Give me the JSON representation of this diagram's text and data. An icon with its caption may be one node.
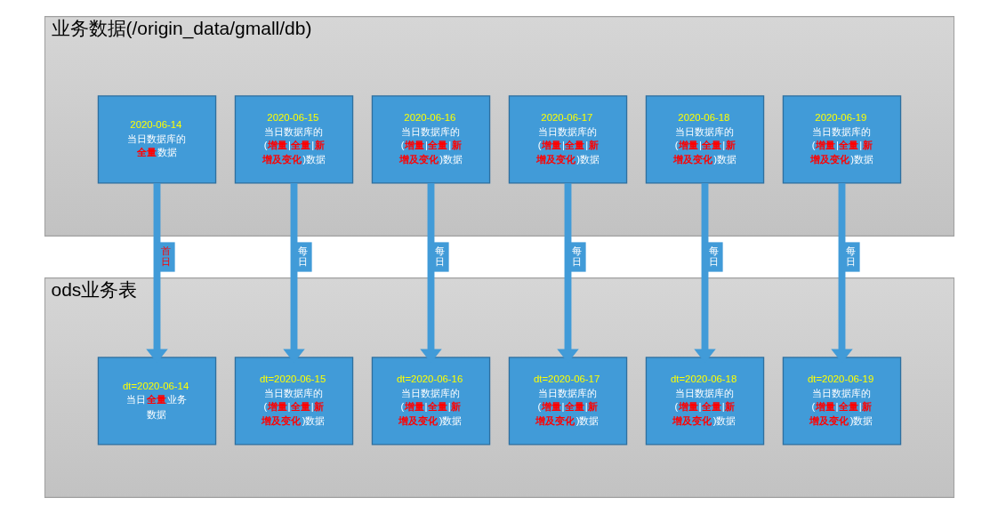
{
  "diagram": {
    "nodes": [
      {
        "text": [
          "业务数据(/origin_data/gmall/db)"
        ]
      },
      {
        "text": [
          "2020-06-14",
          "当日数据库的**全量**数据"
        ],
        "in": 0
      },
      {
        "text": [
          "2020-06-15",
          "当日数据库的(**增量**|**全量**|**新增及变化**)数据"
        ],
        "in": 0
      },
      {
        "text": [
          "2020-06-16",
          "当日数据库的(**增量**|**全量**|**新增及变化**)数据"
        ],
        "in": 0
      },
      {
        "text": [
          "2020-06-17",
          "当日数据库的(**增量**|**全量**|**新增及变化**)数据"
        ],
        "in": 0
      },
      {
        "text": [
          "2020-06-18",
          "当日数据库的(**增量**|**全量**|**新增及变化**)数据"
        ],
        "in": 0
      },
      {
        "text": [
          "2020-06-19",
          "当日数据库的(**增量**|**全量**|**新增及变化**)数据"
        ],
        "in": 0
      },
      {
        "text": [
          "ods业务表"
        ]
      },
      {
        "text": [
          "dt=2020-06-14",
          "当日**全量**业务数据"
        ],
        "in": 7
      },
      {
        "text": [
          "dt=2020-06-15",
          "当日数据库的(**增量**|**全量**|**新增及变化**)数据"
        ],
        "in": 7
      },
      {
        "text": [
          "dt=2020-06-16",
          "当日数据库的(**增量**|**全量**|**新增及变化**)数据"
        ],
        "in": 7
      },
      {
        "text": [
          "dt=2020-06-17",
          "当日数据库的(**增量**|**全量**|**新增及变化**)数据"
        ],
        "in": 7
      },
      {
        "text": [
          "dt=2020-06-18",
          "当日数据库的(**增量**|**全量**|**新增及变化**)数据"
        ],
        "in": 7
      },
      {
        "text": [
          "dt=2020-06-19",
          "当日数据库的(**增量**|**全量**|**新增及变化**)数据"
        ],
        "in": 7
      }
    ],
    "edges": [
      {
        "from": 1,
        "to": 8,
        "arrow": "to",
        "label": "首日"
      },
      {
        "from": 2,
        "to": 9,
        "arrow": "to",
        "label": "每日"
      },
      {
        "from": 3,
        "to": 10,
        "arrow": "to",
        "label": "每日"
      },
      {
        "from": 4,
        "to": 11,
        "arrow": "to",
        "label": "每日"
      },
      {
        "from": 5,
        "to": 12,
        "arrow": "to",
        "label": "每日"
      },
      {
        "from": 6,
        "to": 13,
        "arrow": "to",
        "label": "每日"
      }
    ]
  }
}
